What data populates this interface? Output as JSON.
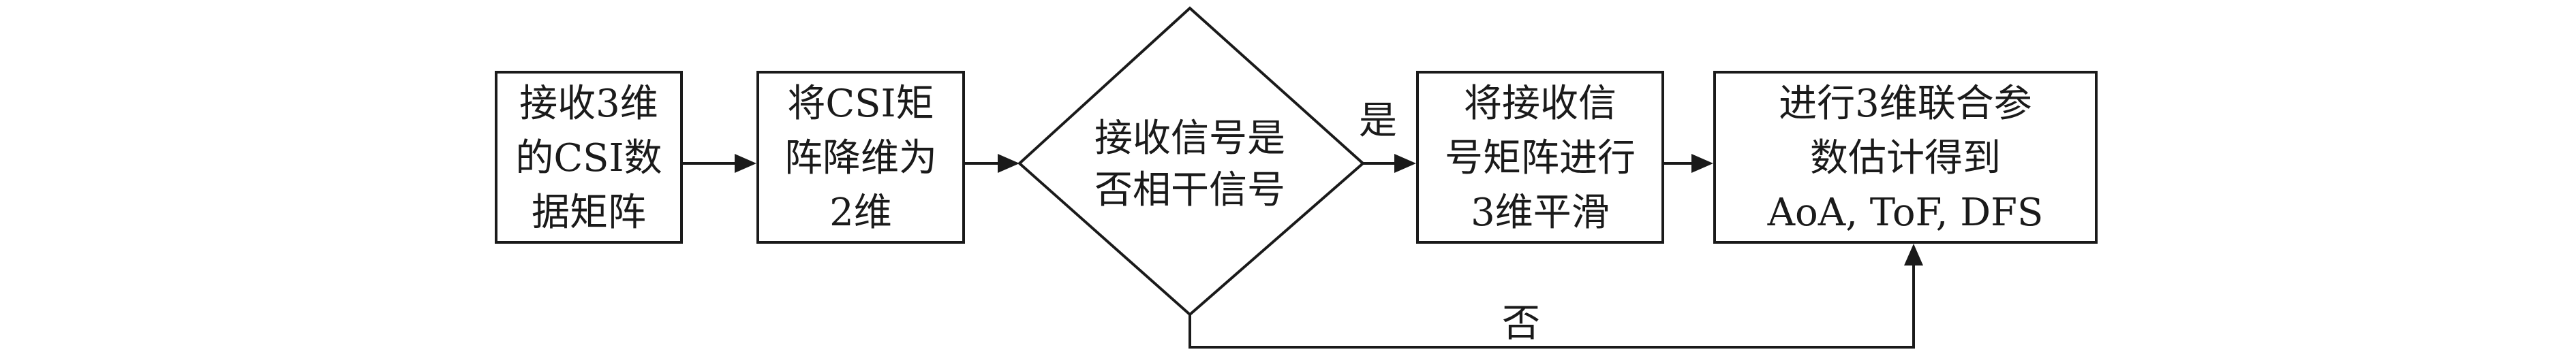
{
  "nodes": {
    "n1": {
      "lines": [
        "接收3维",
        "的CSI数",
        "据矩阵"
      ]
    },
    "n2": {
      "lines": [
        "将CSI矩",
        "阵降维为",
        "2维"
      ]
    },
    "decision": {
      "lines": [
        "接收信号是",
        "否相干信号"
      ]
    },
    "n4": {
      "lines": [
        "将接收信",
        "号矩阵进行",
        "3维平滑"
      ]
    },
    "n5": {
      "lines": [
        "进行3维联合参",
        "数估计得到",
        "AoA, ToF, DFS"
      ]
    }
  },
  "edges": {
    "yes_label": "是",
    "no_label": "否"
  }
}
